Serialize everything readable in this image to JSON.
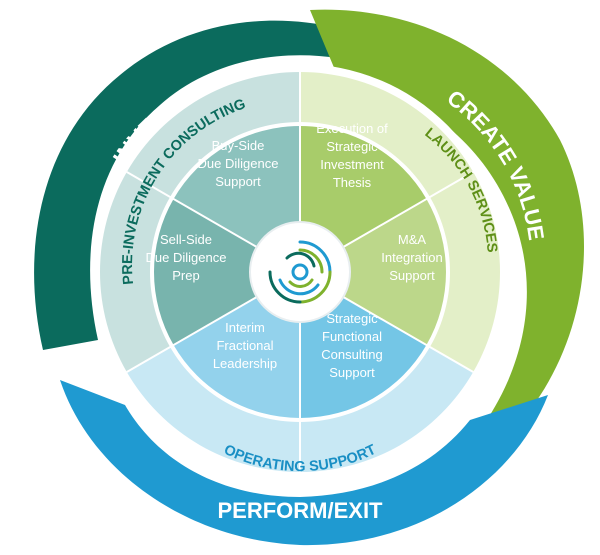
{
  "outer_ring": {
    "invest": "INVEST",
    "create_value": "CREATE VALUE",
    "perform_exit": "PERFORM/EXIT"
  },
  "middle_ring": {
    "pre_investment": "PRE-INVESTMENT CONSULTING",
    "launch_services": "LAUNCH SERVICES",
    "operating_support": "OPERATING SUPPORT"
  },
  "segments": {
    "buy_side": [
      "Buy-Side",
      "Due Diligence",
      "Support"
    ],
    "execution": [
      "Execution of",
      "Strategic",
      "Investment",
      "Thesis"
    ],
    "ma_integration": [
      "M&A",
      "Integration",
      "Support"
    ],
    "strategic_functional": [
      "Strategic",
      "Functional",
      "Consulting",
      "Support"
    ],
    "interim": [
      "Interim",
      "Fractional",
      "Leadership"
    ],
    "sell_side": [
      "Sell-Side",
      "Due Diligence",
      "Prep"
    ]
  },
  "colors": {
    "invest": "#0b6b5d",
    "create_value": "#7fb22d",
    "perform_exit": "#1f9ad1",
    "pre_ring": "#c8e1df",
    "launch_ring": "#e3efc8",
    "operating_ring": "#c8e8f4",
    "teal_seg": "#8cc2bd",
    "teal_seg_dark": "#78b4ad",
    "green_seg": "#a8cc6a",
    "green_seg_light": "#bcd78a",
    "blue_seg": "#74c6e6",
    "blue_seg_light": "#93d2ec",
    "invest_text": "#0b6b5d",
    "launch_text": "#5e8f17",
    "operating_text": "#1a8fc4"
  }
}
